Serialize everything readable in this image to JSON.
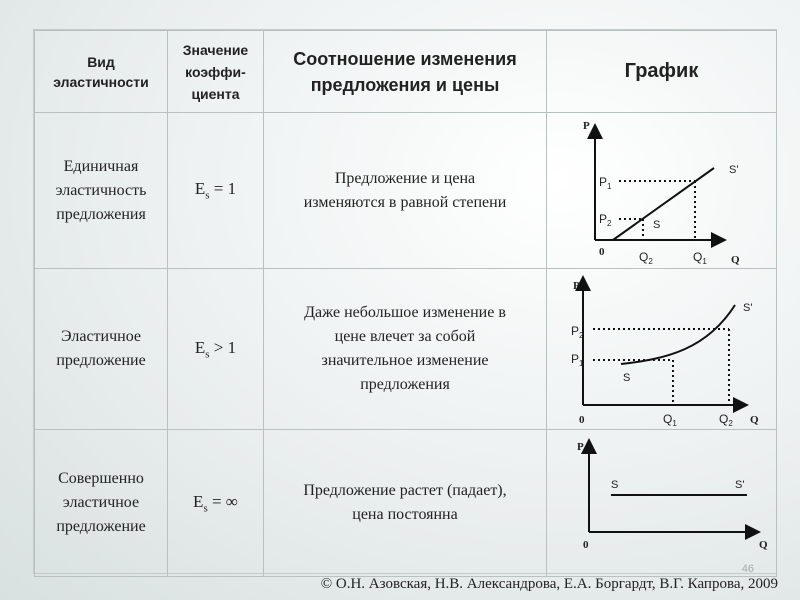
{
  "table": {
    "headers": [
      "Вид эластичности",
      "Значение коэффи-циента",
      "Соотношение изменения предложения и цены",
      "График"
    ],
    "header_lines": {
      "col1": [
        "Вид",
        "эластичности"
      ],
      "col2": [
        "Значение",
        "коэффи-",
        "циента"
      ],
      "col3": [
        "Соотношение изменения",
        "предложения и цены"
      ],
      "col4": [
        "График"
      ]
    },
    "rows": [
      {
        "type_lines": [
          "Единичная",
          "эластичность",
          "предложения"
        ],
        "coef_base": "E",
        "coef_sub": "s",
        "coef_rel": " = 1",
        "desc_lines": [
          "Предложение и цена",
          "изменяются в равной степени"
        ],
        "graph": {
          "y_axis": "P",
          "x_axis": "Q",
          "origin": "0",
          "p_upper": "P",
          "p_upper_sub": "1",
          "p_lower": "P",
          "p_lower_sub": "2",
          "q_left": "Q",
          "q_left_sub": "2",
          "q_right": "Q",
          "q_right_sub": "1",
          "curve_start": "S",
          "curve_end": "S'"
        }
      },
      {
        "type_lines": [
          "Эластичное",
          "предложение"
        ],
        "coef_base": "E",
        "coef_sub": "s",
        "coef_rel": " > 1",
        "desc_lines": [
          "Даже небольшое изменение в",
          "цене влечет за собой",
          "значительное изменение",
          "предложения"
        ],
        "graph": {
          "y_axis": "P",
          "x_axis": "Q",
          "origin": "0",
          "p_upper": "P",
          "p_upper_sub": "2",
          "p_lower": "P",
          "p_lower_sub": "1",
          "q_left": "Q",
          "q_left_sub": "1",
          "q_right": "Q",
          "q_right_sub": "2",
          "curve_start": "S",
          "curve_end": "S'"
        }
      },
      {
        "type_lines": [
          "Совершенно",
          "эластичное",
          "предложение"
        ],
        "coef_base": "E",
        "coef_sub": "s",
        "coef_rel": " = ∞",
        "desc_lines": [
          "Предложение растет (падает),",
          "цена постоянна"
        ],
        "graph": {
          "y_axis": "P",
          "x_axis": "Q",
          "origin": "0",
          "curve_start": "S",
          "curve_end": "S'"
        }
      }
    ]
  },
  "footer": {
    "page_number": "46",
    "copyright": "© О.Н. Азовская, Н.В. Александрова, Е.А. Боргардт, В.Г. Капрова, 2009"
  }
}
